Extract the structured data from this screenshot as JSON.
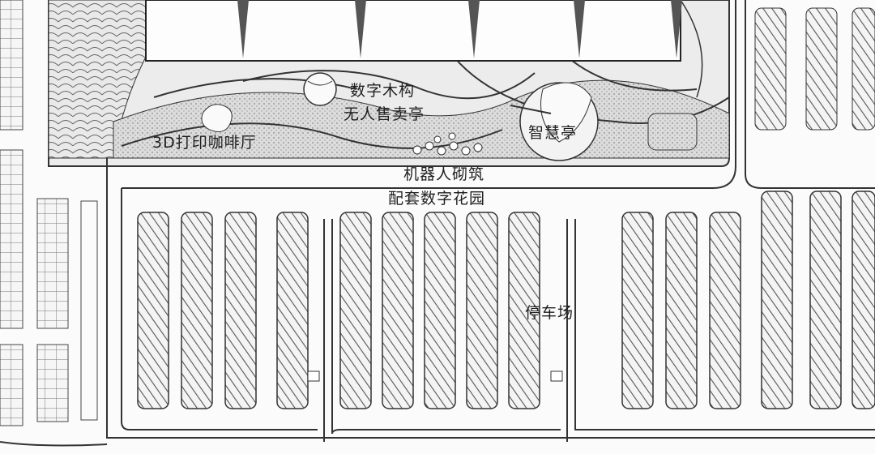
{
  "map": {
    "labels": {
      "digital_timber": "数字木构",
      "unmanned_kiosk": "无人售卖亭",
      "coffee_3d": "3D打印咖啡厅",
      "smart_pavilion": "智慧亭",
      "robot_masonry": "机器人砌筑",
      "digital_garden": "配套数字花园",
      "parking_lot": "停车场"
    }
  },
  "colors": {
    "line": "#2b2b2b",
    "hatch": "#555555",
    "landscape_fill": "#d8d8d8",
    "background": "#fbfbfb"
  }
}
